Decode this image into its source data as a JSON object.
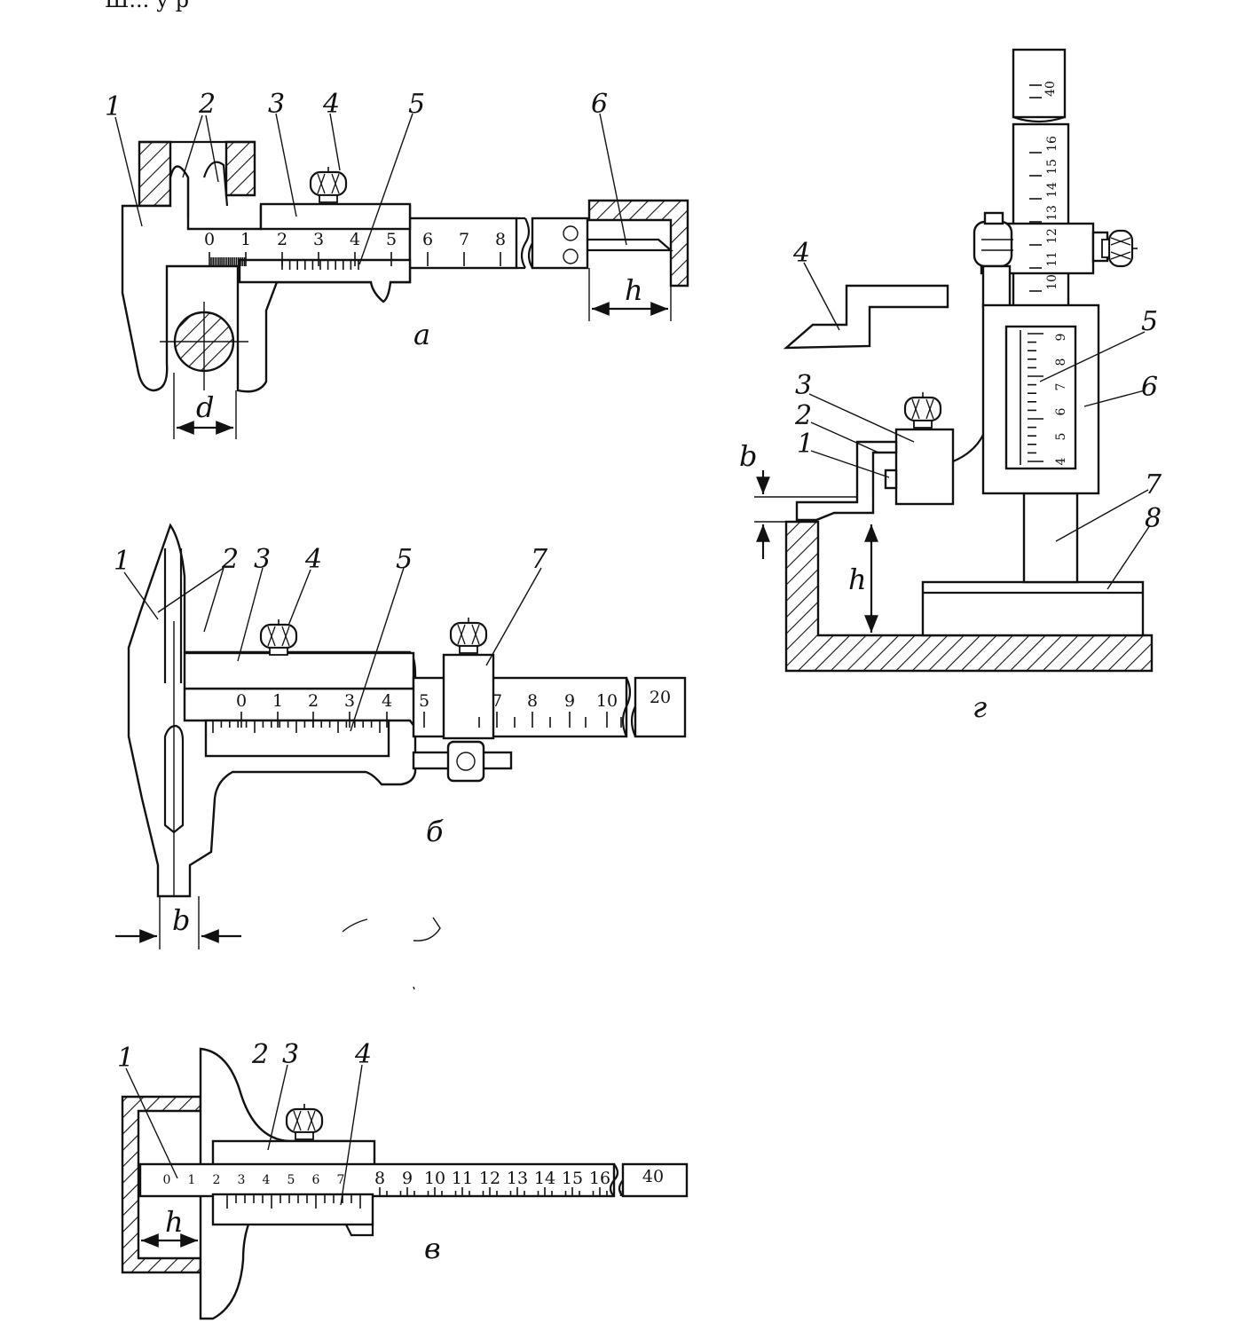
{
  "header_fragment": "Ш...  у р",
  "panels": {
    "a": {
      "caption": "а",
      "part_labels": [
        "1",
        "2",
        "3",
        "4",
        "5",
        "6"
      ],
      "dimension_labels": [
        "d",
        "h"
      ],
      "main_scale": [
        "0",
        "1",
        "2",
        "3",
        "4",
        "5",
        "6",
        "7",
        "8"
      ]
    },
    "b": {
      "caption": "б",
      "part_labels": [
        "1",
        "2",
        "3",
        "4",
        "5",
        "7"
      ],
      "dimension_labels": [
        "b"
      ],
      "main_scale": [
        "0",
        "1",
        "2",
        "3",
        "4",
        "5",
        "7",
        "8",
        "9",
        "10"
      ],
      "scale_end": "20"
    },
    "v": {
      "caption": "в",
      "part_labels": [
        "1",
        "2",
        "3",
        "4"
      ],
      "dimension_labels": [
        "h"
      ],
      "vernier_scale": [
        "0",
        "1",
        "2",
        "3",
        "4",
        "5",
        "6",
        "7"
      ],
      "main_scale": [
        "8",
        "9",
        "10",
        "11",
        "12",
        "13",
        "14",
        "15",
        "16"
      ],
      "scale_end": "40"
    },
    "g": {
      "caption": "г",
      "part_labels": [
        "1",
        "2",
        "3",
        "4",
        "5",
        "6",
        "7",
        "8"
      ],
      "dimension_labels": [
        "b",
        "h"
      ],
      "column_scale_top": "40",
      "column_scale": [
        "16",
        "15",
        "14",
        "13",
        "12",
        "11",
        "10"
      ],
      "vernier_scale": [
        "9",
        "8",
        "7",
        "6",
        "5",
        "4"
      ]
    }
  }
}
